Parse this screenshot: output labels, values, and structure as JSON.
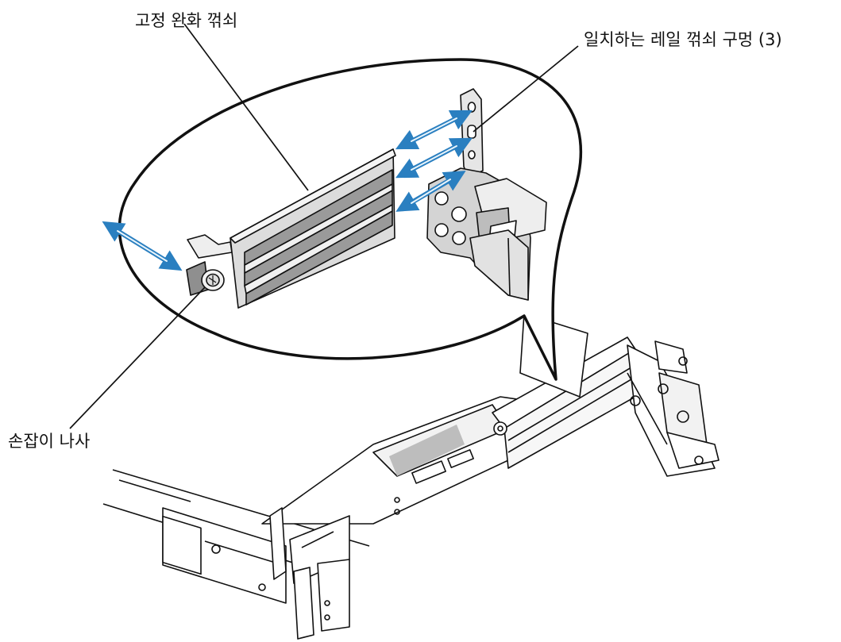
{
  "labels": {
    "release_latch": "고정 완화 꺾쇠",
    "rail_latch_holes": "일치하는 레일 꺾쇠 구멍 (3)",
    "thumbscrew": "손잡이 나사"
  },
  "colors": {
    "line": "#111111",
    "arrow": "#2a7fc0",
    "arrow_light": "#bfe1f5",
    "metal_light": "#eeeeee",
    "metal_mid": "#cfcfcf",
    "metal_dark": "#8f8f8f"
  }
}
